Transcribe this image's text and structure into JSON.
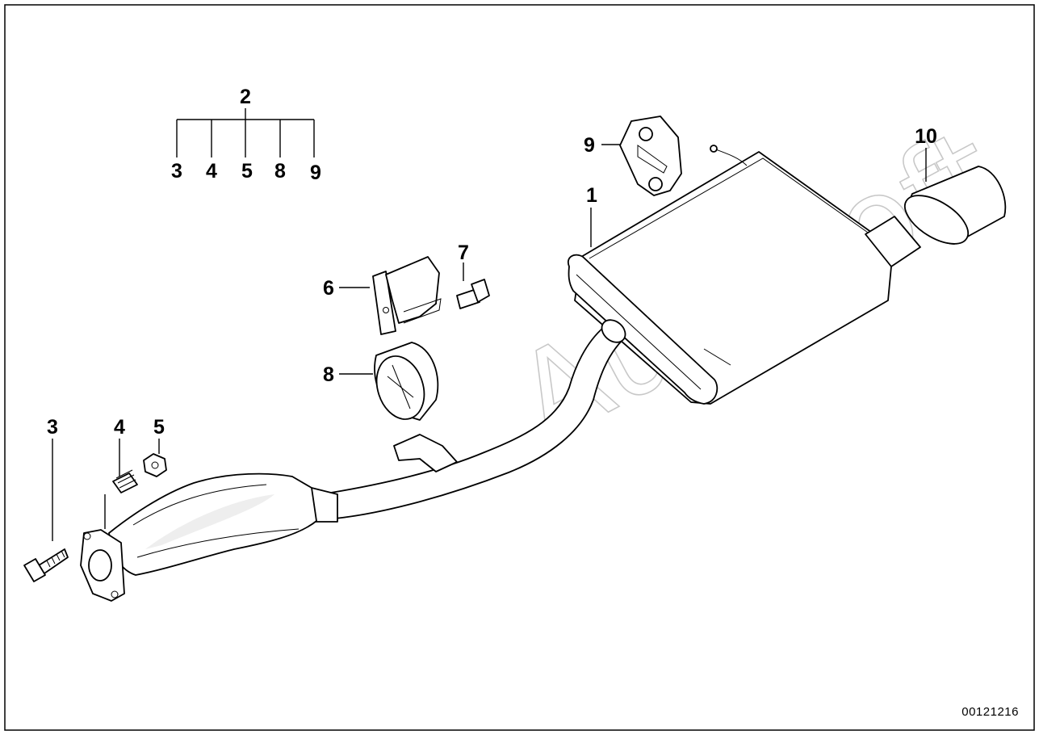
{
  "drawing_number": "00121216",
  "watermark": "AutoSoft",
  "parts": [
    {
      "id": "muffler",
      "callout": "1"
    },
    {
      "id": "kit",
      "callout": "2"
    },
    {
      "id": "bolt",
      "callout": "3"
    },
    {
      "id": "spring",
      "callout": "4"
    },
    {
      "id": "nut",
      "callout": "5"
    },
    {
      "id": "bracket",
      "callout": "6"
    },
    {
      "id": "screw",
      "callout": "7"
    },
    {
      "id": "rubber-ring",
      "callout": "8"
    },
    {
      "id": "rubber-mount",
      "callout": "9"
    },
    {
      "id": "tailpipe-trim",
      "callout": "10"
    }
  ],
  "kit_tree": {
    "parent": "2",
    "children": [
      "3",
      "4",
      "5",
      "8",
      "9"
    ]
  }
}
